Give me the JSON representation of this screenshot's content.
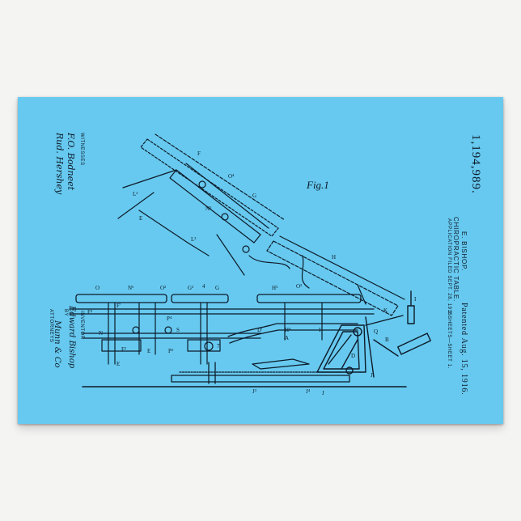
{
  "patent": {
    "number": "1,194,989.",
    "inventor_header": "E. BISHOP.",
    "title": "CHIROPRACTIC TABLE.",
    "application": "APPLICATION FILED SEPT. 28, 1915.",
    "patented": "Patented Aug. 15, 1916.",
    "sheets": "3 SHEETS—SHEET 1."
  },
  "figure": {
    "label": "Fig.1"
  },
  "witnesses": {
    "heading": "WITNESSES",
    "signature_1": "F.O. Bodneet",
    "signature_2": "Rud. Hershey"
  },
  "inventor_block": {
    "heading": "INVENTOR",
    "name": "Edward Bishop",
    "by": "BY",
    "attorney_signature": "Munn & Co",
    "attorneys": "ATTORNEYS"
  },
  "part_labels": [
    "F",
    "G",
    "O",
    "N",
    "H",
    "L",
    "E",
    "A",
    "B",
    "J",
    "K",
    "D",
    "P",
    "S",
    "Q",
    "M",
    "I"
  ],
  "colors": {
    "background": "#67c9ef",
    "ink": "#0d1b2a",
    "wall": "#f4f4f3"
  }
}
